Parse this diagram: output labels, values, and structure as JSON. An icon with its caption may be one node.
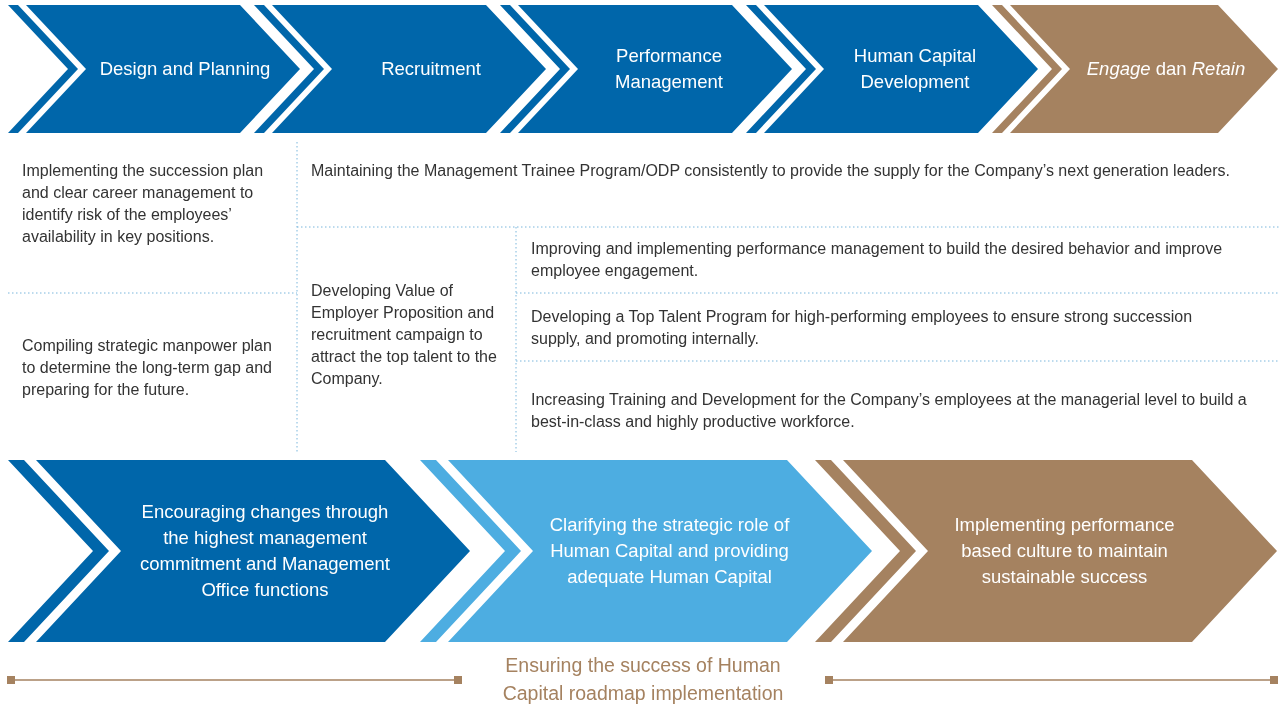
{
  "diagram": {
    "nodes": [
      {
        "text": [
          "Design and Planning"
        ]
      },
      {
        "text": [
          "Recruitment"
        ]
      },
      {
        "text": [
          "Performance Management"
        ]
      },
      {
        "text": [
          "Human Capital Development"
        ]
      },
      {
        "text": [
          "*Engage* dan *Retain*"
        ]
      },
      {
        "text": [
          "Encouraging changes through the highest management commitment and Management Office functions"
        ]
      },
      {
        "text": [
          "Clarifying the strategic role of Human Capital and providing adequate Human Capital"
        ]
      },
      {
        "text": [
          "Implementing performance based culture to maintain sustainable success"
        ]
      }
    ],
    "edges": [],
    "labels": [
      "Implementing the succession plan and clear career management to identify risk of the employees’ availability in key positions.",
      "Maintaining the Management Trainee Program/ODP consistently to provide the supply for the Company’s next generation leaders.",
      "Improving and implementing performance management to build the desired behavior and improve employee engagement.",
      "Developing Value of Employer Proposition and recruitment campaign to attract the top talent to the Company.",
      "Developing a Top Talent Program for high-performing employees to ensure strong succession supply, and promoting internally.",
      "Compiling strategic manpower plan to determine the long-term gap and preparing for the future.",
      "Increasing Training and Development for the Company’s employees at the managerial level to build a best-in-class and highly productive workforce.",
      "Ensuring the success of Human Capital roadmap implementation"
    ]
  }
}
